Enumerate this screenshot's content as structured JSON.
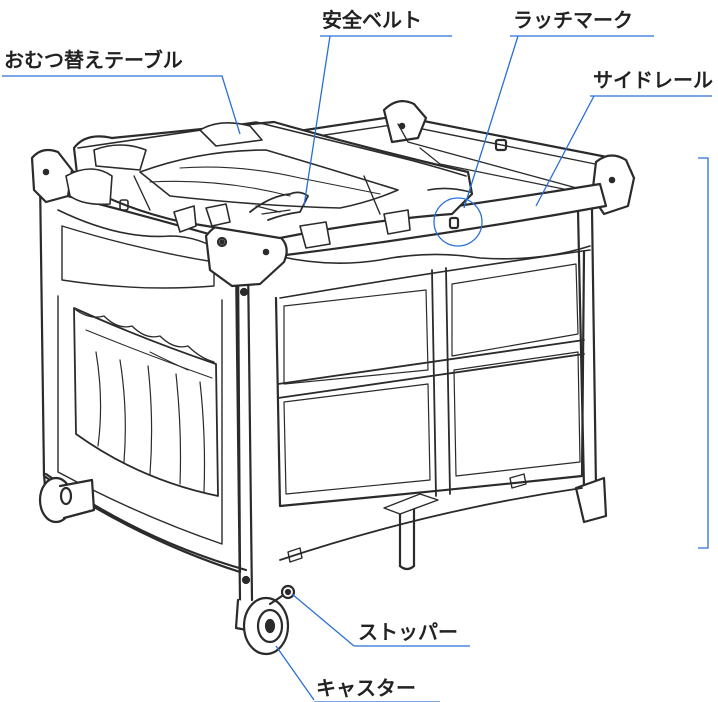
{
  "labels": {
    "changing_table": "おむつ替えテーブル",
    "safety_belt": "安全ベルト",
    "latch_mark": "ラッチマーク",
    "side_rail": "サイドレール",
    "stopper": "ストッパー",
    "caster": "キャスター"
  },
  "colors": {
    "line": "#2b2b2b",
    "leader": "#2a6fd6",
    "fabric_shade": "#e8e8e8",
    "background": "#ffffff"
  }
}
